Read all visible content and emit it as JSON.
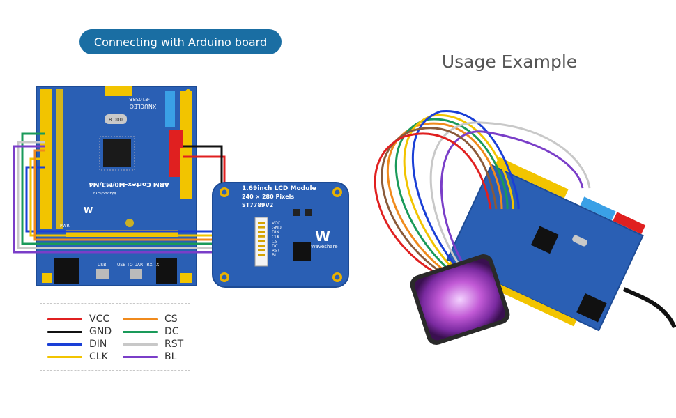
{
  "banner": {
    "label": "Connecting with Arduino board"
  },
  "usage": {
    "title": "Usage Example"
  },
  "board": {
    "model": "XNUCLEO",
    "part": "-F103RB",
    "main_label": "ARM Cortex-M0/M3/M4",
    "brand": "Waveshare",
    "crystal": "8.000",
    "usb_left": "USB",
    "usb_right": "USB TO UART RX TX",
    "pwr": "PWR"
  },
  "lcd": {
    "title": "1.69inch LCD Module",
    "resolution": "240 × 280 Pixels",
    "driver": "ST7789V2",
    "brand": "Waveshare",
    "pins": [
      "VCC",
      "GND",
      "DIN",
      "CLK",
      "CS",
      "DC",
      "RST",
      "BL"
    ]
  },
  "legend": [
    {
      "label": "VCC",
      "color": "#e02020"
    },
    {
      "label": "GND",
      "color": "#111111"
    },
    {
      "label": "DIN",
      "color": "#1a3fd6"
    },
    {
      "label": "CLK",
      "color": "#f2c400"
    },
    {
      "label": "CS",
      "color": "#f08a1c"
    },
    {
      "label": "DC",
      "color": "#1a9a5a"
    },
    {
      "label": "RST",
      "color": "#c8c8c8"
    },
    {
      "label": "BL",
      "color": "#7a3ec8"
    }
  ],
  "colors": {
    "pcb": "#2a5fb4",
    "pcb_edge": "#1d4b95",
    "header": "#f2c400",
    "accent": "#1a6ea3"
  }
}
